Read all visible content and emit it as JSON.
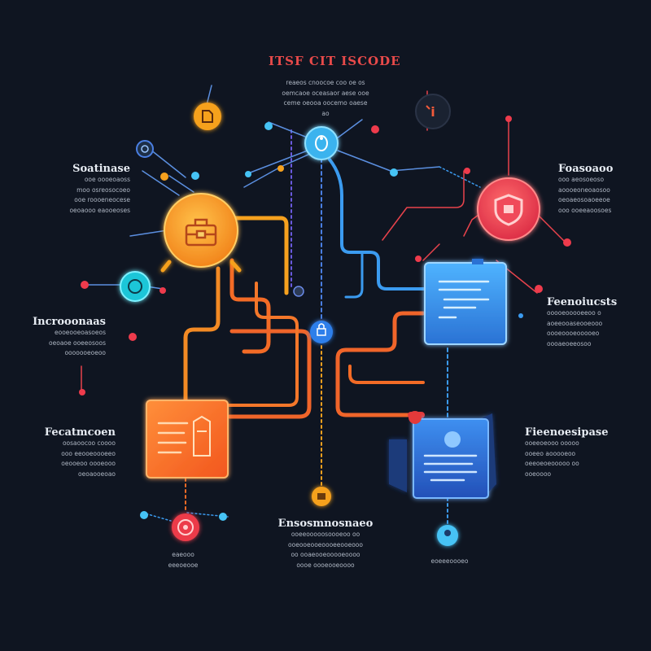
{
  "title": "ITSF CIT ISCODE",
  "title_caption": [
    "reaeos cnoocoe coo oe os",
    "oemcaoe oceasaor aese ooe",
    "ceme oeooa oocemo oaese",
    "ao"
  ],
  "blocks": {
    "top_left": {
      "heading": "Soatinase",
      "lines": [
        "ooe oooeoaoss",
        "moo osreosocoeo",
        "ooe roooeneocese",
        "oeoaooo eaooeoses"
      ]
    },
    "top_right": {
      "heading": "Foasoaoo",
      "lines": [
        "ooo aeosoeoso",
        "aoooeoneoaosoo",
        "oeoaeosoaoeeoe",
        "ooo ooeeaoosoes"
      ]
    },
    "mid_left": {
      "heading": "Incrooonaas",
      "lines": [
        "eooeooeoasoeos",
        "oeoaoe ooeeosoos",
        "ooooooeoeoo"
      ]
    },
    "mid_right": {
      "heading": "Feenoiucsts",
      "lines": [
        "ooooeooooeeoo o",
        "aoeeooaseooeooo",
        "oooeoooeooooeo",
        "oooaeoeeosoo"
      ]
    },
    "bottom_left": {
      "heading": "Fecatmcoen",
      "lines": [
        "oosaoocoo coooo",
        "ooo eeooeoooeeo",
        "oeooeoo oooeooo",
        "oeoaooeoao"
      ]
    },
    "bottom_right": {
      "heading": "Fieenoesipase",
      "lines": [
        "ooeeoeooo ooooo",
        "ooeeo aooooeoo",
        "oeeoeoeooooo oo",
        "ooeoooo"
      ]
    },
    "bottom_center": {
      "heading": "Ensosmnosnaeo",
      "lines": [
        "ooeeooooosoooeoo oo",
        "ooeooeooeoooeeooeooo",
        "oo ooaeooeooooeoooo",
        "oooe oooeooeoooo"
      ]
    }
  },
  "small_captions": {
    "bottom_left": [
      "eaeooo",
      "eeeoeooe"
    ],
    "bottom_right": [
      "eoeeeoooeo"
    ]
  },
  "colors": {
    "background": "#0f1521",
    "orange": "#f6a11e",
    "orange_deep": "#f36b26",
    "red": "#ee3b4c",
    "blue": "#3b9bf0",
    "blue_light": "#46c3f5",
    "cyan": "#2dd8e5",
    "text": "#aeb6c3"
  },
  "icons": [
    "document-icon",
    "shield-icon",
    "briefcase-icon",
    "gear-icon",
    "lock-icon",
    "pin-icon",
    "target-icon",
    "user-icon"
  ]
}
